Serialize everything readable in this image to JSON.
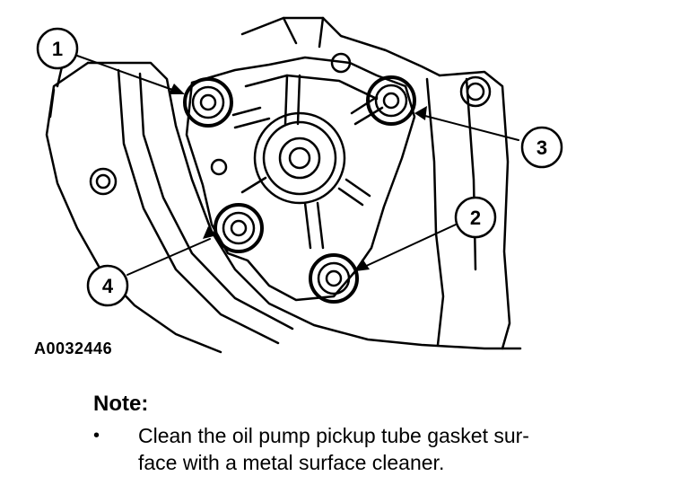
{
  "callouts": [
    "1",
    "2",
    "3",
    "4"
  ],
  "figure_id": "A0032446",
  "note": {
    "heading": "Note:",
    "bullet": "•",
    "text_line1": "Clean the oil pump pickup tube gasket sur-",
    "text_line2": "face with a metal surface cleaner."
  }
}
